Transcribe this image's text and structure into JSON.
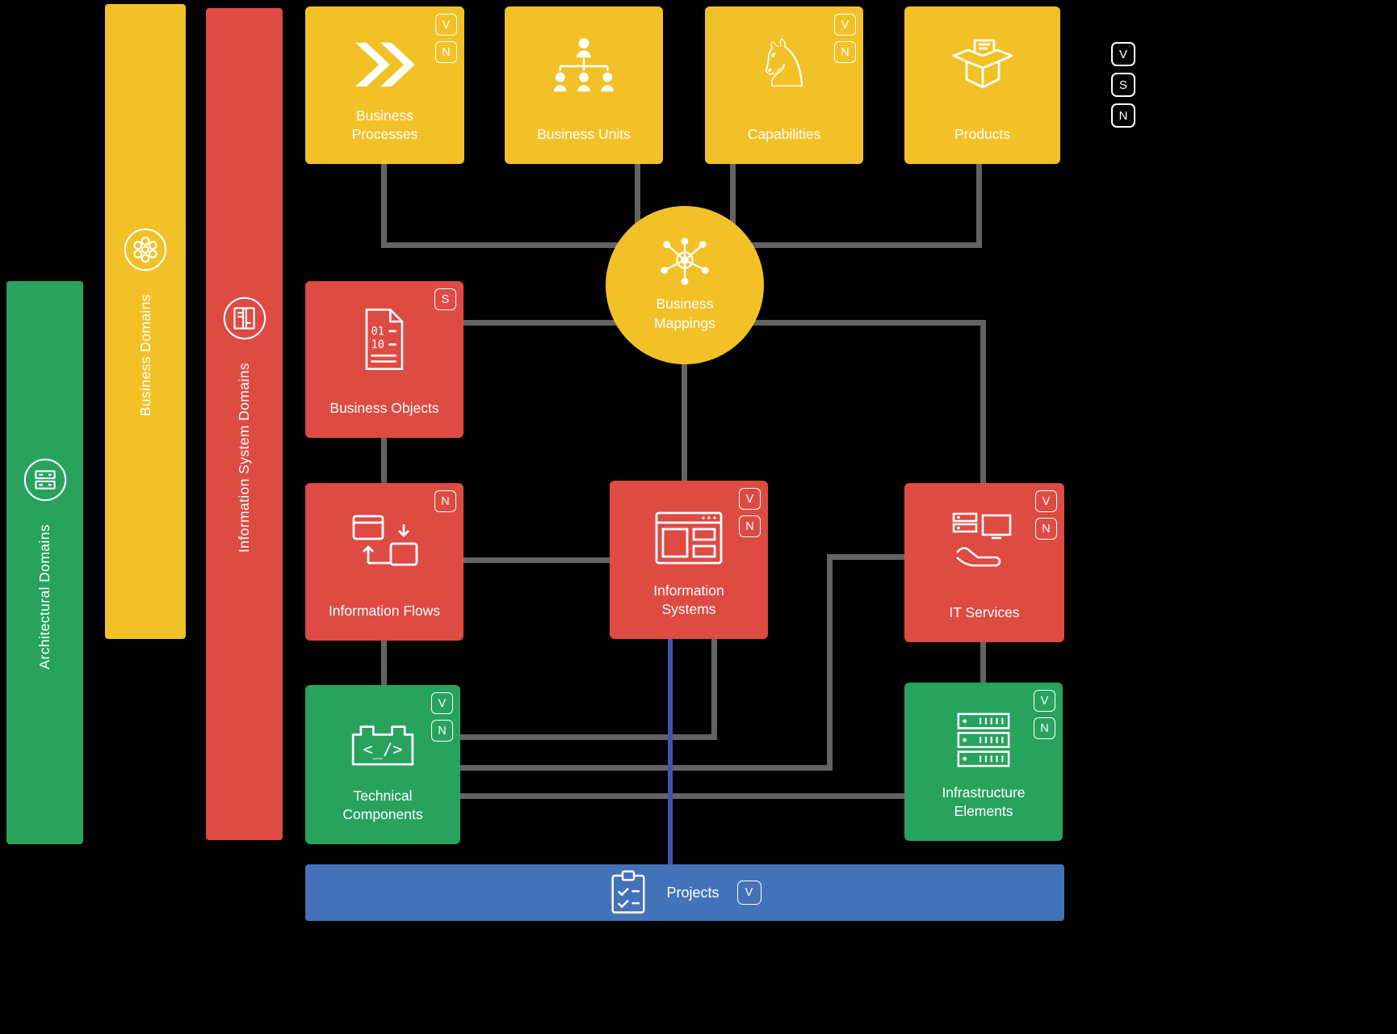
{
  "colors": {
    "background": "#000000",
    "yellow": "#F2C128",
    "red": "#DD4B42",
    "green": "#27A35D",
    "blue": "#4472B8",
    "connector_gray": "#636363",
    "connector_blue": "#3F51B5"
  },
  "legend": {
    "items": [
      "V",
      "S",
      "N"
    ]
  },
  "domain_bars": {
    "architectural": {
      "label": "Architectural Domains"
    },
    "business": {
      "label": "Business Domains"
    },
    "information_system": {
      "label": "Information System Domains"
    }
  },
  "nodes": {
    "business_processes": {
      "label": "Business\nProcesses",
      "badges": [
        "V",
        "N"
      ]
    },
    "business_units": {
      "label": "Business Units",
      "badges": []
    },
    "capabilities": {
      "label": "Capabilities",
      "badges": [
        "V",
        "N"
      ]
    },
    "products": {
      "label": "Products",
      "badges": []
    },
    "business_mappings": {
      "label": "Business\nMappings",
      "badges": []
    },
    "business_objects": {
      "label": "Business Objects",
      "badges": [
        "S"
      ]
    },
    "information_flows": {
      "label": "Information Flows",
      "badges": [
        "N"
      ]
    },
    "information_systems": {
      "label": "Information\nSystems",
      "badges": [
        "V",
        "N"
      ]
    },
    "it_services": {
      "label": "IT Services",
      "badges": [
        "V",
        "N"
      ]
    },
    "technical_components": {
      "label": "Technical\nComponents",
      "badges": [
        "V",
        "N"
      ]
    },
    "infrastructure_elements": {
      "label": "Infrastructure\nElements",
      "badges": [
        "V",
        "N"
      ]
    },
    "projects": {
      "label": "Projects",
      "badges": [
        "V"
      ]
    }
  },
  "icons": {
    "capabilities_glyph": "♘",
    "technical_components_text": "<_/>",
    "binary_top": "01",
    "binary_bottom": "10"
  }
}
